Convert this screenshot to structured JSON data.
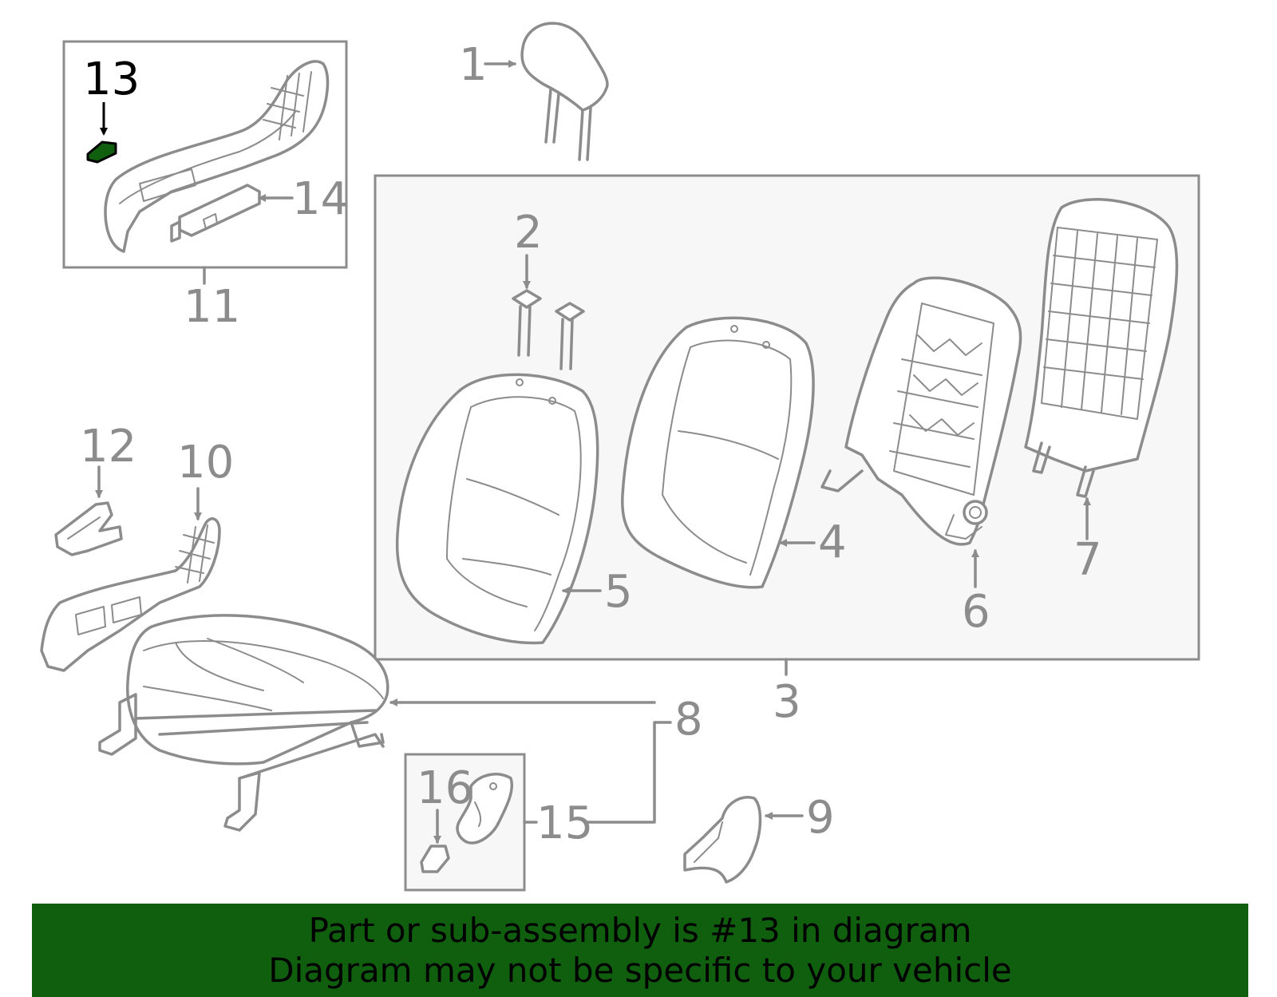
{
  "highlight_color": "#0f5f0f",
  "callouts": {
    "c1": "1",
    "c2": "2",
    "c3": "3",
    "c4": "4",
    "c5": "5",
    "c6": "6",
    "c7": "7",
    "c8": "8",
    "c9": "9",
    "c10": "10",
    "c11": "11",
    "c12": "12",
    "c13": "13",
    "c14": "14",
    "c15": "15",
    "c16": "16"
  },
  "highlighted_part": "13",
  "banner": {
    "line1": "Part or sub-assembly is #13 in diagram",
    "line2": "Diagram may not be specific to your vehicle"
  }
}
